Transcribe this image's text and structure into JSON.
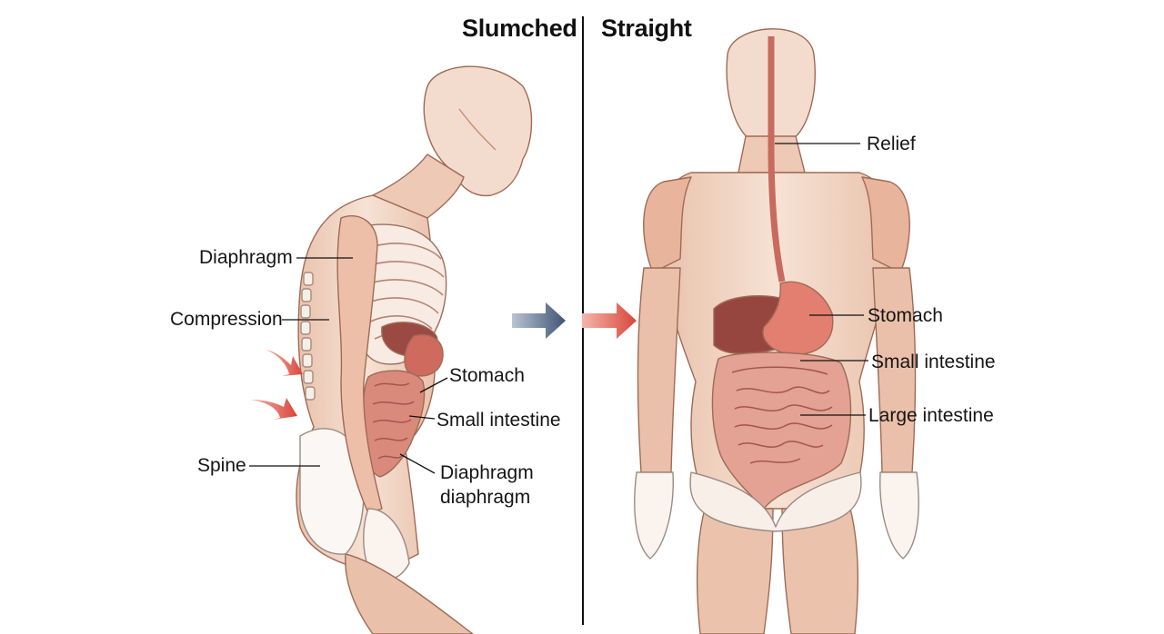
{
  "panels": {
    "left_title": "Slumched",
    "right_title": "Straight"
  },
  "left_labels": {
    "diaphragm": "Diaphragm",
    "compression": "Compression",
    "stomach": "Stomach",
    "small_intestine": "Small intestine",
    "spine": "Spine",
    "diaphragm_bottom_line1": "Diaphragm",
    "diaphragm_bottom_line2": "diaphragm"
  },
  "right_labels": {
    "relief": "Relief",
    "stomach": "Stomach",
    "small_intestine": "Small intestine",
    "large_intestine": "Large intestine"
  },
  "colors": {
    "skin": "#f2d8c6",
    "muscle": "#e8b8a0",
    "organ": "#c9605a",
    "arrow_red": "#d9453a",
    "arrow_blue": "#4a5f80",
    "divider": "#111111"
  }
}
